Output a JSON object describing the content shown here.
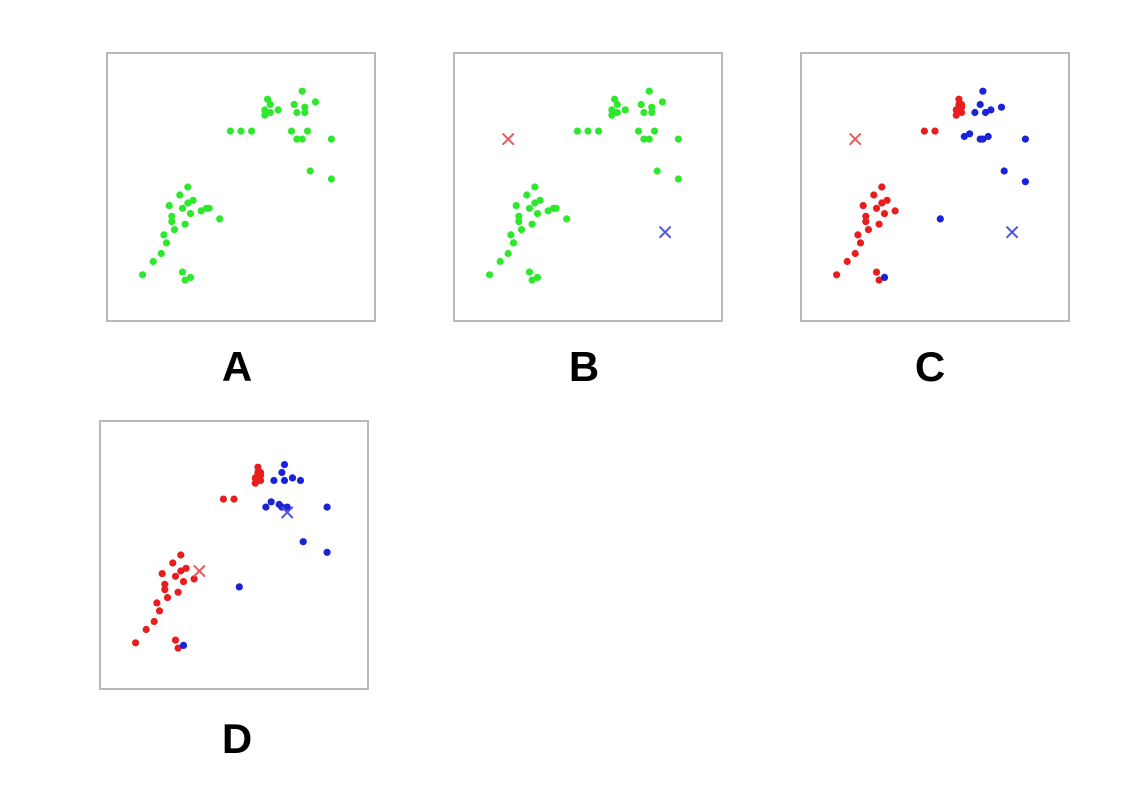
{
  "colors": {
    "green": "#2ee82e",
    "red": "#e81e1e",
    "blue": "#1a23d8",
    "centroid_red": "#e85a5a",
    "centroid_blue": "#4b55dd",
    "frame": "#b9b9b9"
  },
  "chart_data": [
    {
      "type": "scatter",
      "label": "A",
      "xlim": [
        0,
        100
      ],
      "ylim": [
        0,
        100
      ],
      "grid": false,
      "series": [
        {
          "color": "green",
          "points": [
            [
              13,
              17
            ],
            [
              17,
              22
            ],
            [
              20,
              25
            ],
            [
              22,
              29
            ],
            [
              21,
              32
            ],
            [
              25,
              34
            ],
            [
              24,
              37
            ],
            [
              29,
              36
            ],
            [
              24,
              39
            ],
            [
              31,
              40
            ],
            [
              35,
              41
            ],
            [
              28,
              42
            ],
            [
              23,
              43
            ],
            [
              30,
              44
            ],
            [
              32,
              45
            ],
            [
              42,
              38
            ],
            [
              27,
              47
            ],
            [
              30,
              50
            ],
            [
              37,
              42
            ],
            [
              38,
              42
            ],
            [
              28,
              18
            ],
            [
              31,
              16
            ],
            [
              29,
              15
            ],
            [
              46,
              71
            ],
            [
              50,
              71
            ],
            [
              54,
              71
            ],
            [
              59,
              79
            ],
            [
              61,
              81
            ],
            [
              60,
              83
            ],
            [
              59,
              77
            ],
            [
              61,
              78
            ],
            [
              69,
              71
            ],
            [
              64,
              79
            ],
            [
              71,
              68
            ],
            [
              73,
              68
            ],
            [
              75,
              71
            ],
            [
              84,
              68
            ],
            [
              71,
              78
            ],
            [
              74,
              78
            ],
            [
              70,
              81
            ],
            [
              74,
              80
            ],
            [
              73,
              86
            ],
            [
              78,
              82
            ],
            [
              76,
              56
            ],
            [
              84,
              53
            ]
          ]
        }
      ],
      "centroids": []
    },
    {
      "type": "scatter",
      "label": "B",
      "xlim": [
        0,
        100
      ],
      "ylim": [
        0,
        100
      ],
      "grid": false,
      "series": [
        {
          "color": "green",
          "points": [
            [
              13,
              17
            ],
            [
              17,
              22
            ],
            [
              20,
              25
            ],
            [
              22,
              29
            ],
            [
              21,
              32
            ],
            [
              25,
              34
            ],
            [
              24,
              37
            ],
            [
              29,
              36
            ],
            [
              24,
              39
            ],
            [
              31,
              40
            ],
            [
              35,
              41
            ],
            [
              28,
              42
            ],
            [
              23,
              43
            ],
            [
              30,
              44
            ],
            [
              32,
              45
            ],
            [
              42,
              38
            ],
            [
              27,
              47
            ],
            [
              30,
              50
            ],
            [
              37,
              42
            ],
            [
              38,
              42
            ],
            [
              28,
              18
            ],
            [
              31,
              16
            ],
            [
              29,
              15
            ],
            [
              46,
              71
            ],
            [
              50,
              71
            ],
            [
              54,
              71
            ],
            [
              59,
              79
            ],
            [
              61,
              81
            ],
            [
              60,
              83
            ],
            [
              59,
              77
            ],
            [
              61,
              78
            ],
            [
              69,
              71
            ],
            [
              64,
              79
            ],
            [
              71,
              68
            ],
            [
              73,
              68
            ],
            [
              75,
              71
            ],
            [
              84,
              68
            ],
            [
              71,
              78
            ],
            [
              74,
              78
            ],
            [
              70,
              81
            ],
            [
              74,
              80
            ],
            [
              73,
              86
            ],
            [
              78,
              82
            ],
            [
              76,
              56
            ],
            [
              84,
              53
            ]
          ]
        }
      ],
      "centroids": [
        {
          "color": "red",
          "point": [
            20,
            68
          ]
        },
        {
          "color": "blue",
          "point": [
            79,
            33
          ]
        }
      ]
    },
    {
      "type": "scatter",
      "label": "C",
      "xlim": [
        0,
        100
      ],
      "ylim": [
        0,
        100
      ],
      "grid": false,
      "series": [
        {
          "color": "red",
          "points": [
            [
              13,
              17
            ],
            [
              17,
              22
            ],
            [
              20,
              25
            ],
            [
              22,
              29
            ],
            [
              21,
              32
            ],
            [
              25,
              34
            ],
            [
              24,
              37
            ],
            [
              29,
              36
            ],
            [
              24,
              39
            ],
            [
              31,
              40
            ],
            [
              35,
              41
            ],
            [
              28,
              42
            ],
            [
              23,
              43
            ],
            [
              30,
              44
            ],
            [
              32,
              45
            ],
            [
              27,
              47
            ],
            [
              30,
              50
            ],
            [
              28,
              18
            ],
            [
              29,
              15
            ],
            [
              46,
              71
            ],
            [
              50,
              71
            ],
            [
              58,
              79
            ],
            [
              60,
              81
            ],
            [
              59,
              83
            ],
            [
              58,
              77
            ],
            [
              60,
              78
            ],
            [
              59,
              81
            ],
            [
              60,
              80
            ]
          ]
        },
        {
          "color": "blue",
          "points": [
            [
              31,
              16
            ],
            [
              52,
              38
            ],
            [
              61,
              69
            ],
            [
              63,
              70
            ],
            [
              67,
              68
            ],
            [
              68,
              68
            ],
            [
              70,
              69
            ],
            [
              84,
              68
            ],
            [
              65,
              78
            ],
            [
              69,
              78
            ],
            [
              68,
              86
            ],
            [
              71,
              79
            ],
            [
              67,
              81
            ],
            [
              75,
              80
            ],
            [
              76,
              56
            ],
            [
              84,
              52
            ]
          ]
        }
      ],
      "centroids": [
        {
          "color": "red",
          "point": [
            20,
            68
          ]
        },
        {
          "color": "blue",
          "point": [
            79,
            33
          ]
        }
      ]
    },
    {
      "type": "scatter",
      "label": "D",
      "xlim": [
        0,
        100
      ],
      "ylim": [
        0,
        100
      ],
      "grid": false,
      "series": [
        {
          "color": "red",
          "points": [
            [
              13,
              17
            ],
            [
              17,
              22
            ],
            [
              20,
              25
            ],
            [
              22,
              29
            ],
            [
              21,
              32
            ],
            [
              25,
              34
            ],
            [
              24,
              37
            ],
            [
              29,
              36
            ],
            [
              24,
              39
            ],
            [
              31,
              40
            ],
            [
              35,
              41
            ],
            [
              28,
              42
            ],
            [
              23,
              43
            ],
            [
              30,
              44
            ],
            [
              32,
              45
            ],
            [
              27,
              47
            ],
            [
              30,
              50
            ],
            [
              28,
              18
            ],
            [
              29,
              15
            ],
            [
              46,
              71
            ],
            [
              50,
              71
            ],
            [
              58,
              79
            ],
            [
              60,
              81
            ],
            [
              59,
              83
            ],
            [
              58,
              77
            ],
            [
              60,
              78
            ],
            [
              59,
              81
            ],
            [
              60,
              80
            ]
          ]
        },
        {
          "color": "blue",
          "points": [
            [
              31,
              16
            ],
            [
              52,
              38
            ],
            [
              62,
              68
            ],
            [
              64,
              70
            ],
            [
              67,
              69
            ],
            [
              68,
              68
            ],
            [
              70,
              68
            ],
            [
              85,
              68
            ],
            [
              65,
              78
            ],
            [
              69,
              78
            ],
            [
              69,
              84
            ],
            [
              72,
              79
            ],
            [
              68,
              81
            ],
            [
              75,
              78
            ],
            [
              76,
              55
            ],
            [
              85,
              51
            ]
          ]
        }
      ],
      "centroids": [
        {
          "color": "red",
          "point": [
            37,
            44
          ]
        },
        {
          "color": "blue",
          "point": [
            70,
            66
          ]
        }
      ]
    }
  ]
}
